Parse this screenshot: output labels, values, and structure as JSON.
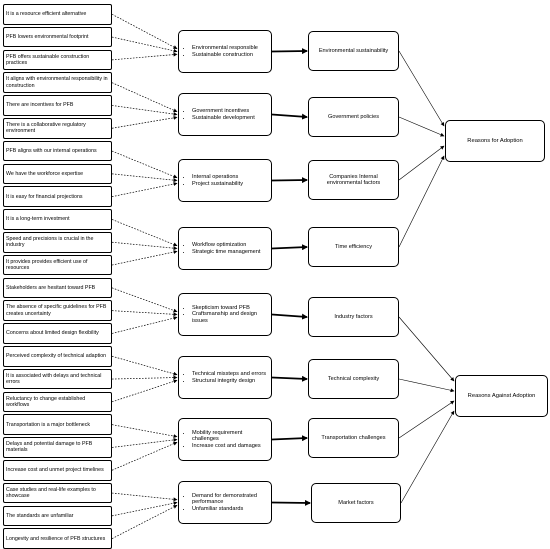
{
  "statements": [
    "It is a resource efficient alternative",
    "PFB lowers environmental footprint",
    "PFB offers sustainable construction practices",
    "It aligns with environmental responsibility in construction",
    "There are incentives for PFB",
    "There is a collaborative regulatory environment",
    "PFB aligns with our internal operations",
    "We have the workforce expertise",
    "It is easy for financial projections",
    "It is a long-term investment",
    "Speed and precisions is crucial in the industry",
    "It provides provides efficient use of resources",
    "Stakeholders are hesitant toward PFB",
    "The absence of specific guidelines for PFB creates uncertainty",
    "Concerns about limited design flexibility",
    "Perceived complexity of technical adaption",
    "It is associated with delays and technical errors",
    "Reluctancy to change established workflows",
    "Transportation is a major bottleneck",
    "Delays and potential damage to PFB materials",
    "Increase cost and unmet project timelines",
    "Case studies and real-life examples to showcase",
    "The standards are unfamiliar",
    "Longevity and resilience of PFB structures"
  ],
  "themes": [
    {
      "items": [
        "Environmental responsible",
        "Sustainable construction"
      ]
    },
    {
      "items": [
        "Government incentives",
        "Sustainable development"
      ]
    },
    {
      "items": [
        "Internal operations",
        "Project sustainability"
      ]
    },
    {
      "items": [
        "Workflow optimization",
        "Strategic time management"
      ]
    },
    {
      "items": [
        "Skepticism toward PFB",
        "Craftsmanship and design issues"
      ]
    },
    {
      "items": [
        "Technical missteps and errors",
        "Structural integrity design"
      ]
    },
    {
      "items": [
        "Mobility requirement challenges",
        "Increase cost and damages"
      ]
    },
    {
      "items": [
        "Demand for demonstrated performance",
        "Unfamiliar standards"
      ]
    }
  ],
  "categories": [
    "Environmental sustainability",
    "Government  policies",
    "Companies Internal environmental factors",
    "Time efficiency",
    "Industry factors",
    "Technical complexity",
    "Transportation challenges",
    "Market factors"
  ],
  "reasons": {
    "adoption": "Reasons for Adoption",
    "against": "Reasons Against Adoption"
  }
}
